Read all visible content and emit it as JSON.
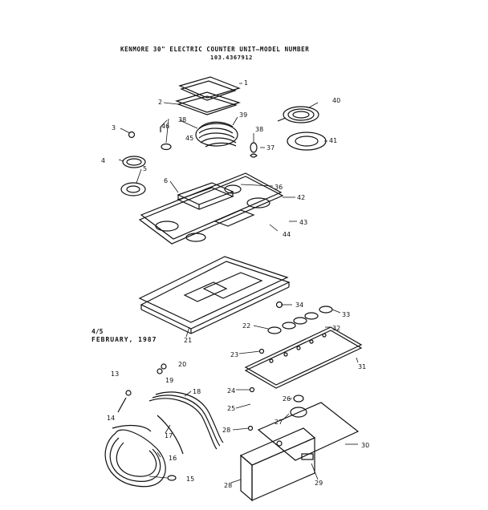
{
  "header": {
    "title": "KENMORE 30\" ELECTRIC COUNTER UNIT—MODEL NUMBER",
    "model": "103.4367912"
  },
  "footnote": {
    "line1": "4/5",
    "line2": "FEBRUARY, 1987"
  },
  "callouts": [
    "1",
    "2",
    "3",
    "4",
    "5",
    "6",
    "13",
    "14",
    "15",
    "16",
    "17",
    "18",
    "19",
    "20",
    "21",
    "22",
    "23",
    "24",
    "25",
    "26",
    "27",
    "28",
    "29",
    "30",
    "31",
    "32",
    "33",
    "34",
    "36",
    "37",
    "38",
    "39",
    "40",
    "41",
    "42",
    "43",
    "44",
    "45",
    "46"
  ]
}
